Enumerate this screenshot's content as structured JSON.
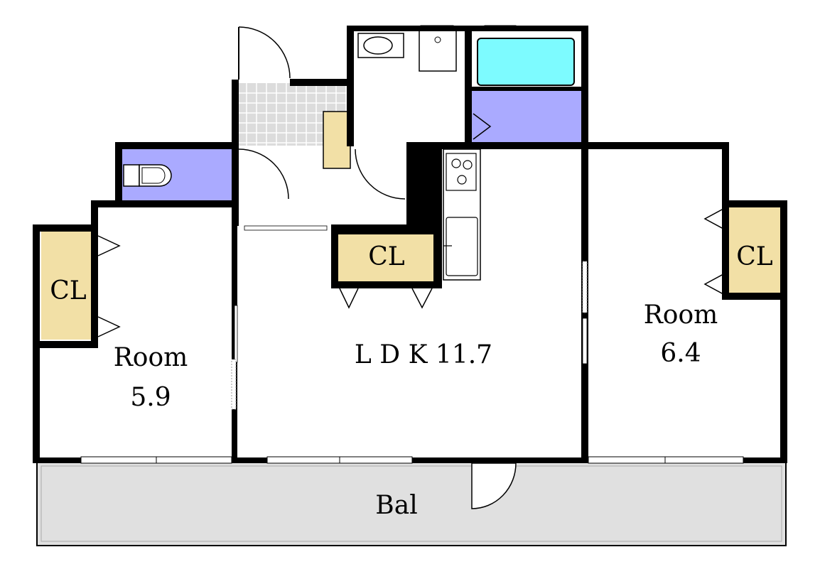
{
  "labels": {
    "room_left": "Room",
    "room_left_size": "5.9",
    "ldk": "L D K 11.7",
    "room_right": "Room",
    "room_right_size": "6.4",
    "cl_left": "CL",
    "cl_center": "CL",
    "cl_right": "CL",
    "balcony": "Bal"
  },
  "colors": {
    "wall": "#000000",
    "closet": "#f2e0a6",
    "utility": "#aaaaff",
    "bathtub": "#7dfbff",
    "entrance_tile": "#dcdcdc",
    "balcony": "#e0e0e0",
    "shoe_box": "#f2e0a6"
  }
}
